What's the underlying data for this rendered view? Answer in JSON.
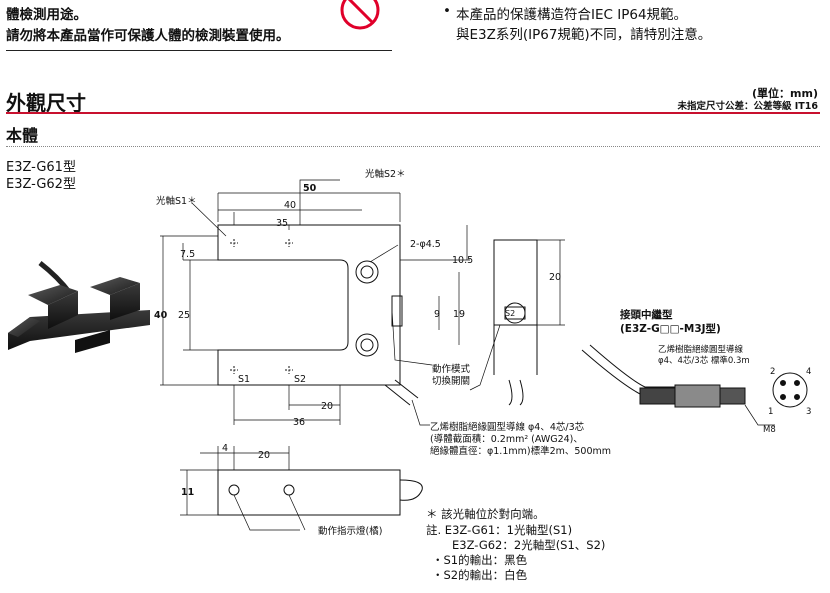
{
  "top_left": {
    "line1": "體檢測用途。",
    "line2": "請勿將本產品當作可保護人體的檢測裝置使用。"
  },
  "top_right": {
    "bullet": "•",
    "line1": "本產品的保護構造符合IEC IP64規範。",
    "line2": "與E3Z系列(IP67規範)不同，請特別注意。"
  },
  "section": {
    "title": "外觀尺寸",
    "unit": "(單位：mm)",
    "tolerance": "未指定尺寸公差：公差等級 IT16"
  },
  "body_title": "本體",
  "models": [
    "E3Z-G61型",
    "E3Z-G62型"
  ],
  "drawing": {
    "axis_s2": "光軸S2＊",
    "axis_s1": "光軸S1＊",
    "dim_50": "50",
    "dim_40": "40",
    "dim_35": "35",
    "dim_7_5": "7.5",
    "dim_40_height": "40",
    "dim_25": "25",
    "hole": "2-φ4.5",
    "dim_10_5": "10.5",
    "dim_20_side": "20",
    "dim_9": "9",
    "dim_19": "19",
    "mode_switch_1": "動作模式",
    "mode_switch_2": "切換開關",
    "dim_20_bottom": "20",
    "dim_36": "36",
    "cable_1": "乙烯樹脂絕緣圓型導線 φ4、4芯/3芯",
    "cable_2": "(導體截面積：0.2mm² (AWG24)、",
    "cable_3": "絕緣體直徑：φ1.1mm)標準2m、500mm",
    "dim_4": "4",
    "dim_20_top": "20",
    "dim_11": "11",
    "indicator": "動作指示燈(橘)",
    "s1": "S1",
    "s2": "S2"
  },
  "connector": {
    "title1": "接頭中繼型",
    "title2": "(E3Z-G□□-M3J型)",
    "cable1": "乙烯樹脂絕緣圓型導線",
    "cable2": "φ4、4芯/3芯 標準0.3m",
    "m8": "M8",
    "pins": [
      "2",
      "4",
      "1",
      "3"
    ]
  },
  "notes": {
    "n1": "＊ 該光軸位於對向端。",
    "n2": "註. E3Z-G61：1光軸型(S1)",
    "n3": "E3Z-G62：2光軸型(S1、S2)",
    "n4": "・S1的輸出：黑色",
    "n5": "・S2的輸出：白色"
  }
}
